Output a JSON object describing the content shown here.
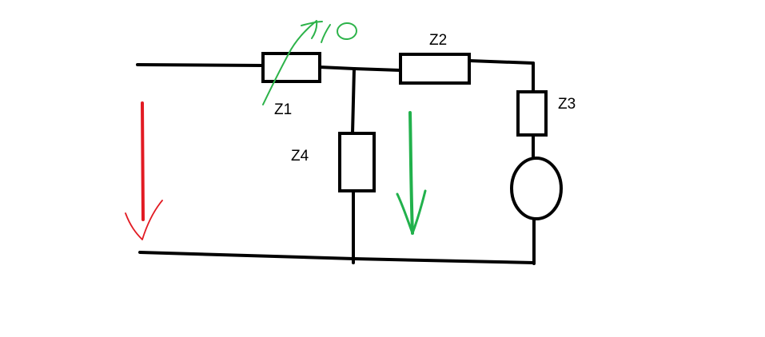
{
  "circuit": {
    "labels": {
      "z1": "Z1",
      "z2": "Z2",
      "z3": "Z3",
      "z4": "Z4"
    },
    "handwritten_annotation": "10",
    "colors": {
      "wire": "#000000",
      "red_arrow": "#e21b23",
      "green_arrow": "#22b14c",
      "handwriting": "#2db34a"
    },
    "elements": [
      "resistor-z1",
      "resistor-z2",
      "resistor-z3",
      "resistor-z4",
      "voltage-source",
      "input-voltage-arrow",
      "output-voltage-arrow",
      "variable-resistor-arrow"
    ]
  }
}
